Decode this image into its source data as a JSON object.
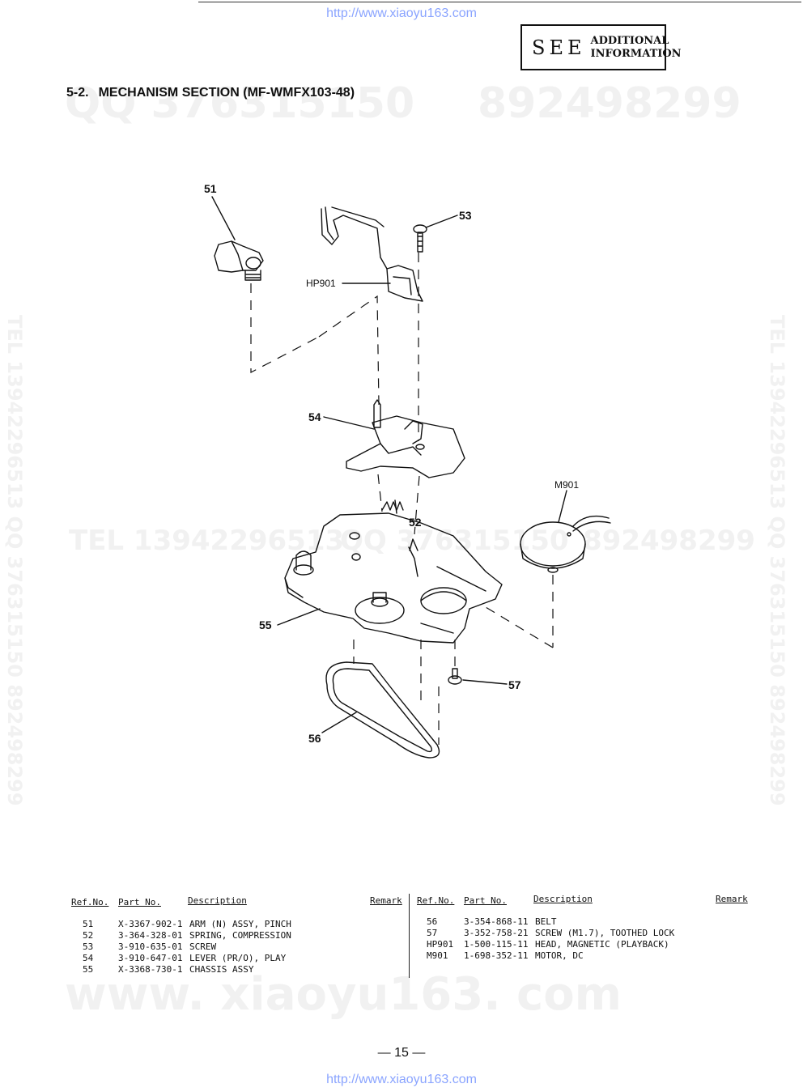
{
  "urls": {
    "top": "http://www.xiaoyu163.com",
    "bottom": "http://www.xiaoyu163.com"
  },
  "watermarks": {
    "qq_top": "QQ 376315150",
    "num_top": "892498299",
    "tel_mid": "TEL 13942296513",
    "qq_mid": "QQ 376315150",
    "num_mid": "892498299",
    "site": "www. xiaoyu163. com",
    "side_left": "TEL 13942296513 QQ 376315150 892498299",
    "side_right": "TEL 13942296513 QQ 376315150 892498299"
  },
  "notice": {
    "see": "SEE",
    "line1": "ADDITIONAL",
    "line2": "INFORMATION"
  },
  "section": {
    "number": "5-2.",
    "title": "MECHANISM SECTION (MF-WMFX103-48)"
  },
  "callouts": {
    "c51": "51",
    "c53": "53",
    "hp901": "HP901",
    "c54": "54",
    "m901": "M901",
    "c52": "52",
    "c55": "55",
    "c57": "57",
    "c56": "56"
  },
  "parts_table": {
    "headers": {
      "ref": "Ref.No.",
      "part": "Part No.",
      "desc": "Description",
      "remark": "Remark"
    },
    "left": [
      {
        "ref": "51",
        "part": "X-3367-902-1",
        "desc": "ARM (N) ASSY, PINCH"
      },
      {
        "ref": "52",
        "part": "3-364-328-01",
        "desc": "SPRING, COMPRESSION"
      },
      {
        "ref": "53",
        "part": "3-910-635-01",
        "desc": "SCREW"
      },
      {
        "ref": "54",
        "part": "3-910-647-01",
        "desc": "LEVER (PR/O), PLAY"
      },
      {
        "ref": "55",
        "part": "X-3368-730-1",
        "desc": "CHASSIS ASSY"
      }
    ],
    "right": [
      {
        "ref": "56",
        "part": "3-354-868-11",
        "desc": "BELT"
      },
      {
        "ref": "57",
        "part": "3-352-758-21",
        "desc": "SCREW (M1.7), TOOTHED LOCK"
      },
      {
        "ref": "HP901",
        "part": "1-500-115-11",
        "desc": "HEAD, MAGNETIC (PLAYBACK)"
      },
      {
        "ref": "M901",
        "part": "1-698-352-11",
        "desc": "MOTOR, DC"
      }
    ]
  },
  "page_number": "— 15 —"
}
